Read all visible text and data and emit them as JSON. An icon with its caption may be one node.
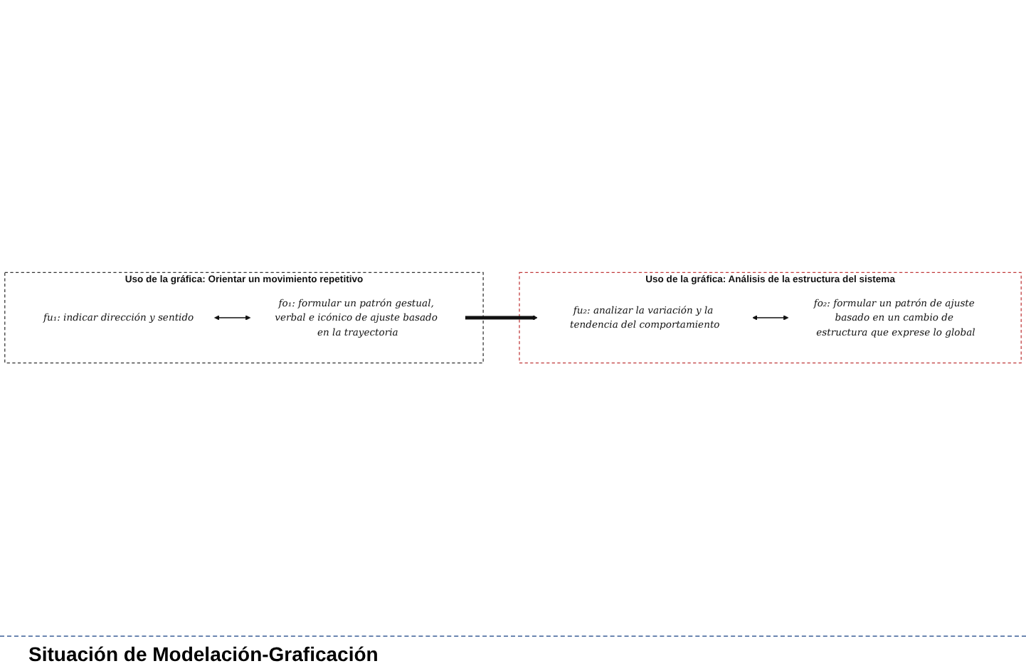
{
  "diagram": {
    "caption": "Situación de Modelación-Graficación",
    "nodes": [
      {
        "text": [
          "Uso de la gráfica: Orientar un movimiento repetitivo"
        ]
      },
      {
        "text": [
          "fu₁: indicar dirección y sentido"
        ],
        "in": 0
      },
      {
        "text": [
          "fo₁: formular un patrón gestual, verbal e icónico de ajuste basado en la trayectoria"
        ],
        "in": 0
      },
      {
        "text": [
          "Uso de la gráfica: Análisis de la estructura del sistema"
        ]
      },
      {
        "text": [
          "fu₂: analizar la variación y la tendencia del comportamiento"
        ],
        "in": 3
      },
      {
        "text": [
          "fo₂: formular un patrón de ajuste basado en un cambio de estructura que exprese lo global"
        ],
        "in": 3
      }
    ],
    "edges": [
      {
        "from": 1,
        "to": 2,
        "arrow": "both"
      },
      {
        "from": 2,
        "to": 4,
        "arrow": "to",
        "style": "thick"
      },
      {
        "from": 4,
        "to": 5,
        "arrow": "both"
      }
    ]
  }
}
